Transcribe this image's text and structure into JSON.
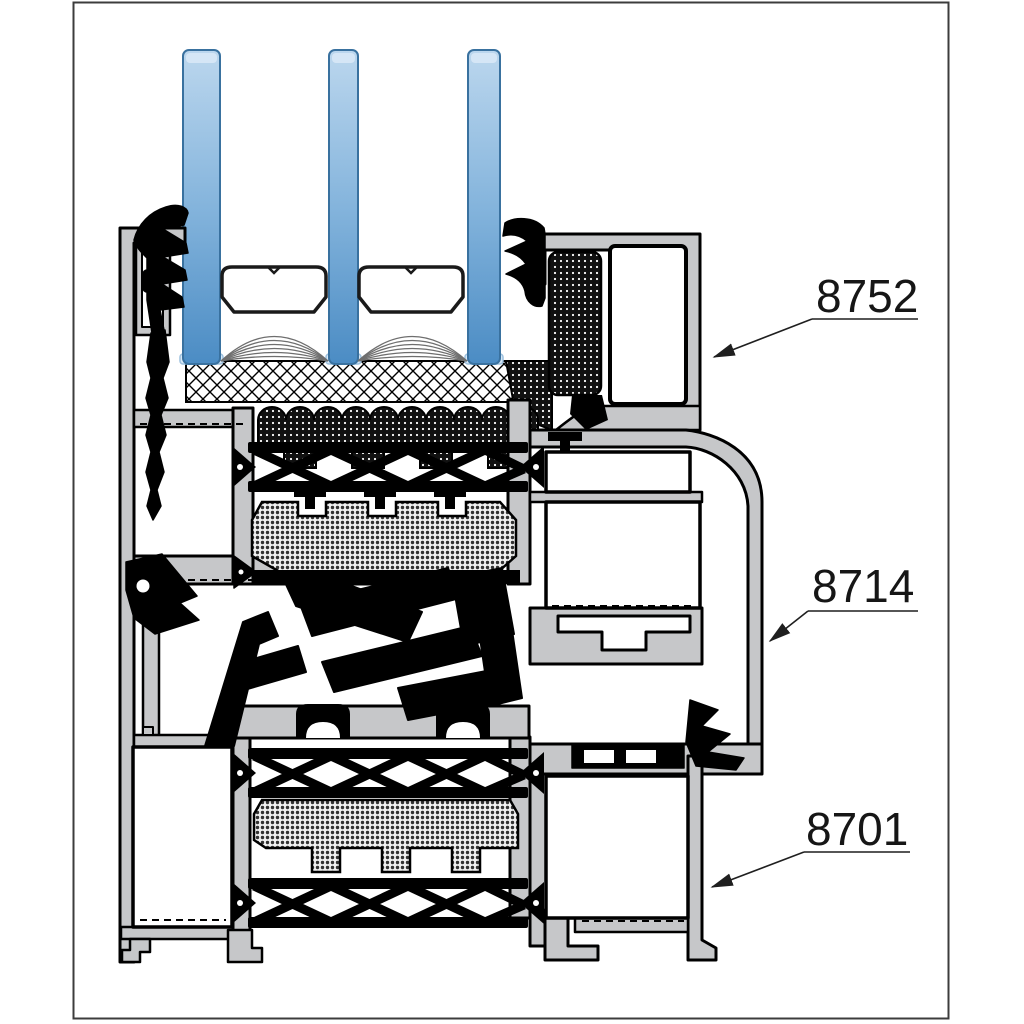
{
  "diagram": {
    "labels": [
      {
        "id": "label-8752",
        "text": "8752"
      },
      {
        "id": "label-8714",
        "text": "8714"
      },
      {
        "id": "label-8701",
        "text": "8701"
      }
    ],
    "colors": {
      "aluminum": "#c6c7c9",
      "outline": "#000000",
      "glass_light": "#c3dcf0",
      "glass_dark": "#4b8cc4",
      "label_text": "#161616",
      "border": "#3c3c3c"
    }
  }
}
